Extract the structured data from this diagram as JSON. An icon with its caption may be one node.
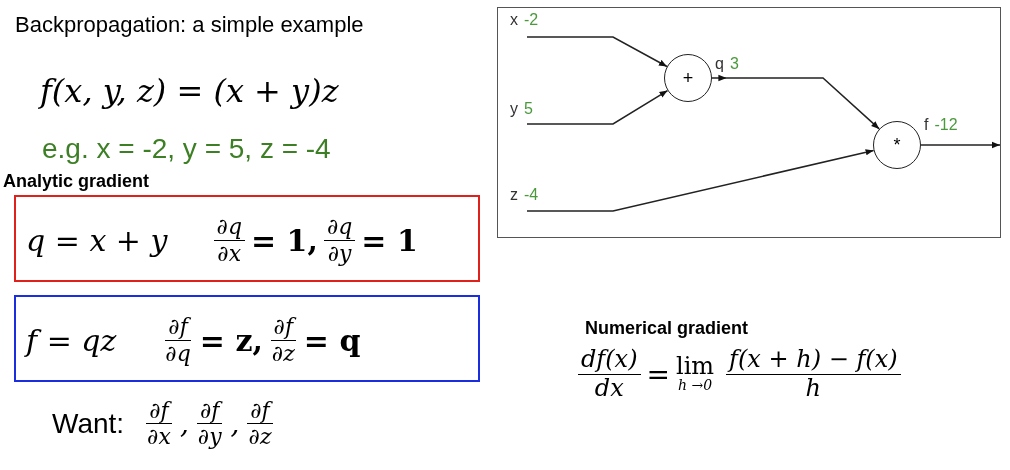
{
  "diagram": {
    "title": "Backpropagation: a simple example",
    "nodes": [
      {
        "text": [
          "q = x + y",
          "∂q",
          "∂x",
          "= 1,",
          "∂q",
          "∂y",
          "= 1"
        ]
      },
      {
        "text": [
          "f = qz",
          "∂f",
          "∂q",
          "= z,",
          "∂f",
          "∂z",
          "= q"
        ]
      },
      {
        "text": [
          "x",
          "-2"
        ]
      },
      {
        "text": [
          "+"
        ],
        "beside": [
          "q",
          "3"
        ]
      },
      {
        "text": [
          "y",
          "5"
        ]
      },
      {
        "text": [
          "*"
        ],
        "beside": [
          "f",
          "-12"
        ]
      },
      {
        "text": [
          "z",
          "-4"
        ]
      }
    ],
    "edges": [
      {
        "from": 2,
        "to": 3,
        "arrow": "to"
      },
      {
        "from": 4,
        "to": 3,
        "arrow": "to"
      },
      {
        "from": 3,
        "to": 5,
        "arrow": "to"
      },
      {
        "from": 6,
        "to": 5,
        "arrow": "to"
      },
      {
        "from": 5,
        "to": null,
        "arrow": "to"
      }
    ],
    "labels": [
      "f(x, y, z) = (x + y)z",
      "e.g. x = -2, y = 5, z = -4",
      "Analytic gradient",
      "Want:",
      "∂f",
      "∂x",
      ",",
      "∂f",
      "∂y",
      ",",
      "∂f",
      "∂z",
      "Numerical gradient",
      "df(x)",
      "dx",
      "=",
      "lim",
      "h →0",
      "f(x + h) − f(x)",
      "h"
    ]
  }
}
